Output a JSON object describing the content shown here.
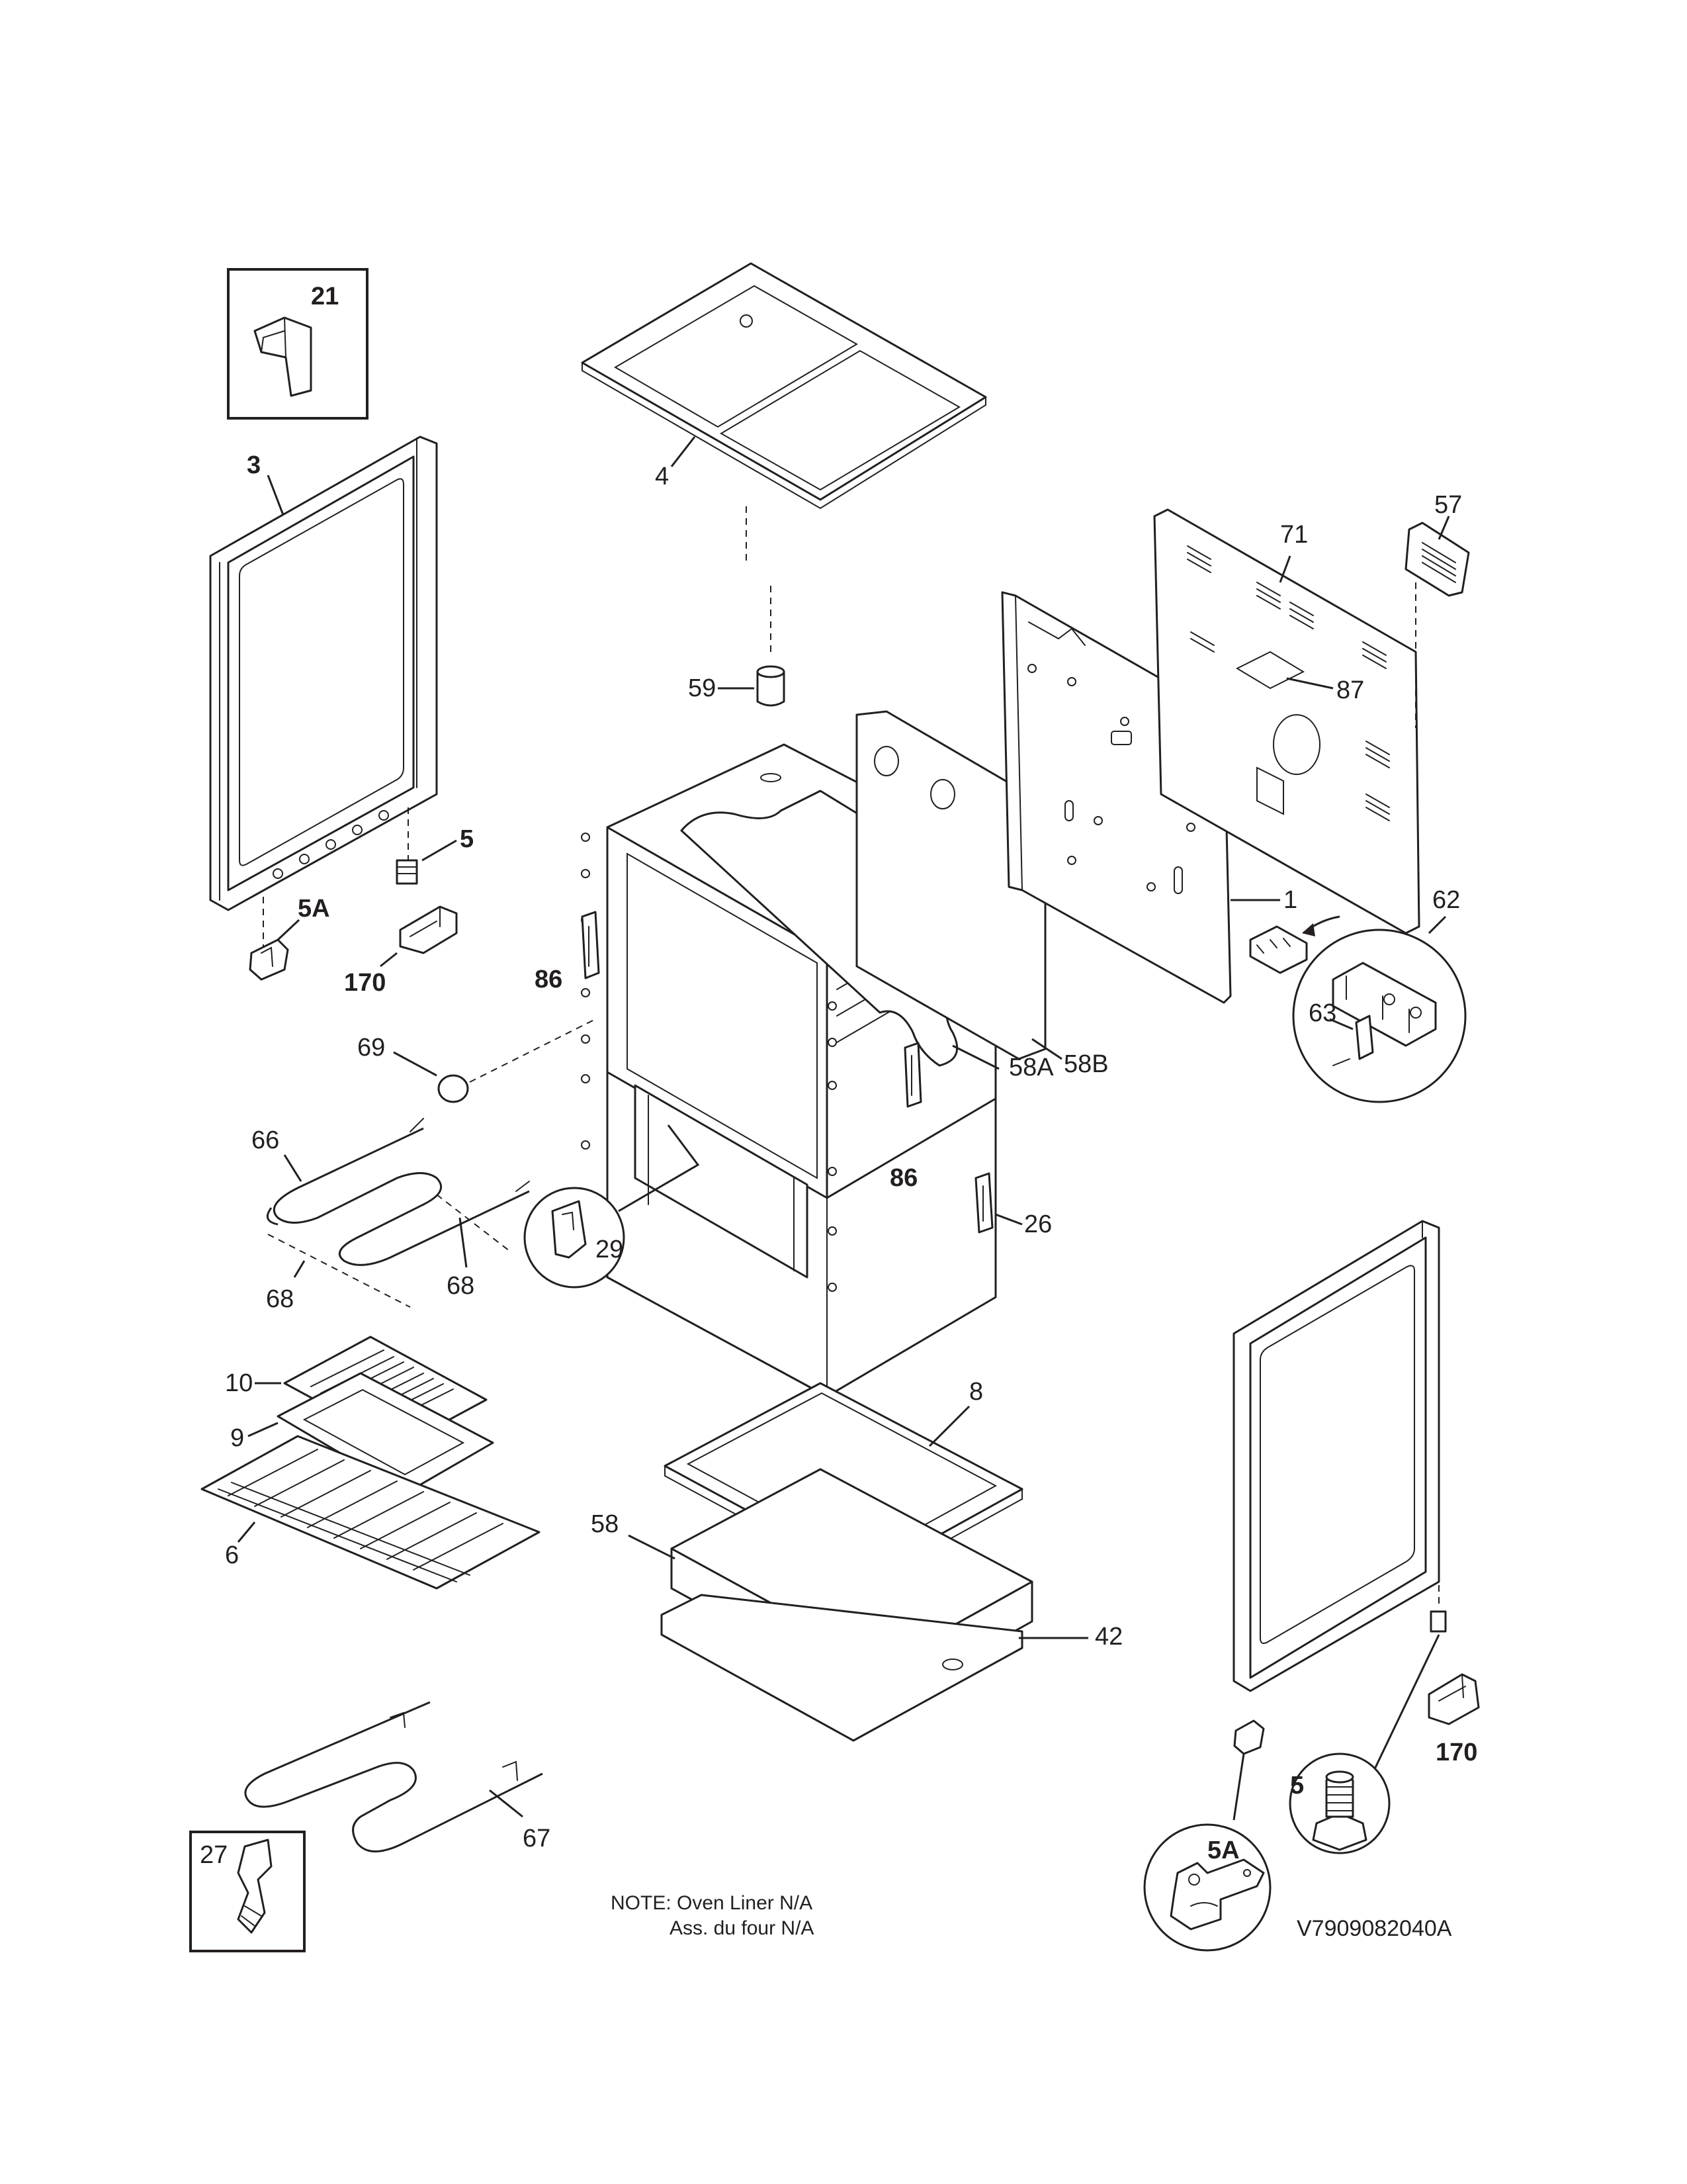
{
  "diagram": {
    "callouts": {
      "c21": "21",
      "c3": "3",
      "c4": "4",
      "c5_top": "5",
      "c5A_top": "5A",
      "c170_top": "170",
      "c86_left": "86",
      "c69": "69",
      "c66": "66",
      "c68_a": "68",
      "c68_b": "68",
      "c29": "29",
      "c59": "59",
      "c57": "57",
      "c71": "71",
      "c87": "87",
      "c1": "1",
      "c62": "62",
      "c63": "63",
      "c58A": "58A",
      "c58B": "58B",
      "c86_right": "86",
      "c26": "26",
      "c10": "10",
      "c9": "9",
      "c6": "6",
      "c8": "8",
      "c58": "58",
      "c42": "42",
      "c67": "67",
      "c27": "27",
      "c170_bottom": "170",
      "c5_bottom": "5",
      "c5A_bottom": "5A"
    },
    "note_line1": "NOTE: Oven Liner N/A",
    "note_line2": "Ass. du four N/A",
    "diagram_code": "V7909082040A"
  }
}
